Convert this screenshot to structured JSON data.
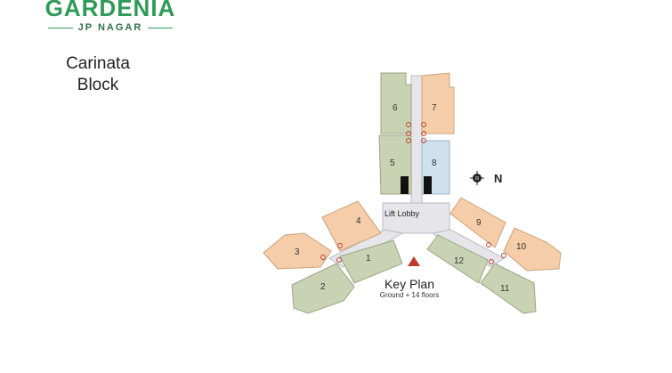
{
  "brand": {
    "name": "GARDENIA",
    "subtitle": "JP NAGAR"
  },
  "block": {
    "line1": "Carinata",
    "line2": "Block"
  },
  "plan": {
    "units": [
      "1",
      "2",
      "3",
      "4",
      "5",
      "6",
      "7",
      "8",
      "9",
      "10",
      "11",
      "12"
    ],
    "lobby_label": "Lift Lobby",
    "compass_label": "N"
  },
  "key": {
    "title": "Key Plan",
    "subtitle": "Ground + 14 floors"
  },
  "colors": {
    "green_unit": "#c9d3b3",
    "orange_unit": "#f5cda9",
    "blue_unit": "#cfe0ee",
    "corridor": "#e6e6ea",
    "marker": "#c0392b",
    "brand": "#2f9a57"
  }
}
